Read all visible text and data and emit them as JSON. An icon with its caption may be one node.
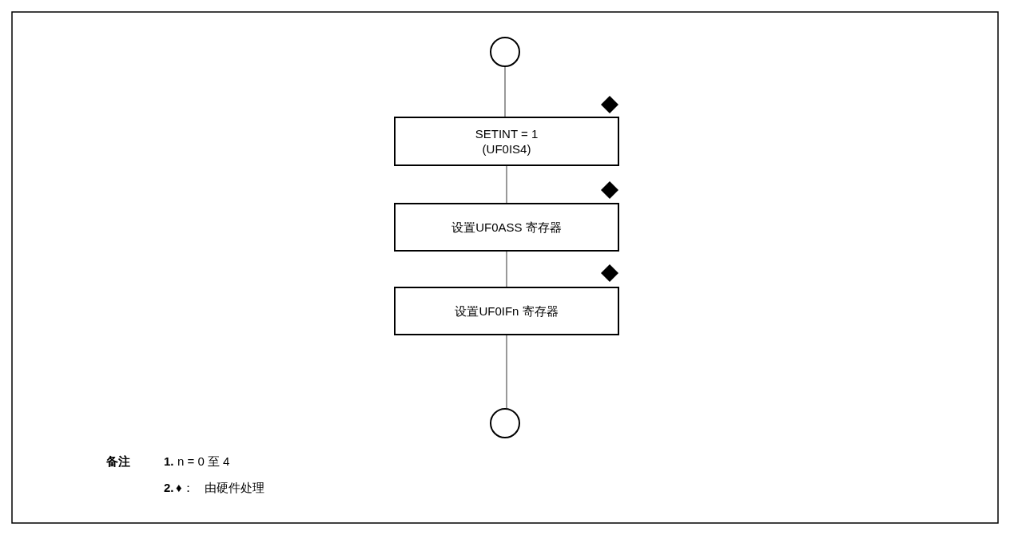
{
  "diagram": {
    "nodes": [
      {
        "text": [],
        "shape": "circle"
      },
      {
        "text": [
          "SETINT = 1 (UF0IS4)"
        ]
      },
      {
        "text": [
          "设置UF0ASS 寄存器"
        ]
      },
      {
        "text": [
          "设置UF0IFn 寄存器"
        ]
      },
      {
        "text": [],
        "shape": "circle"
      }
    ],
    "edges": [
      {
        "from": 0,
        "to": 1,
        "arrow": "none"
      },
      {
        "from": 1,
        "to": 2,
        "arrow": "none"
      },
      {
        "from": 2,
        "to": 3,
        "arrow": "none"
      },
      {
        "from": 3,
        "to": 4,
        "arrow": "none"
      }
    ],
    "labels": [
      "备注",
      "1.",
      "n = 0 至 4",
      "2.",
      "♦：",
      "由硬件处理"
    ]
  }
}
